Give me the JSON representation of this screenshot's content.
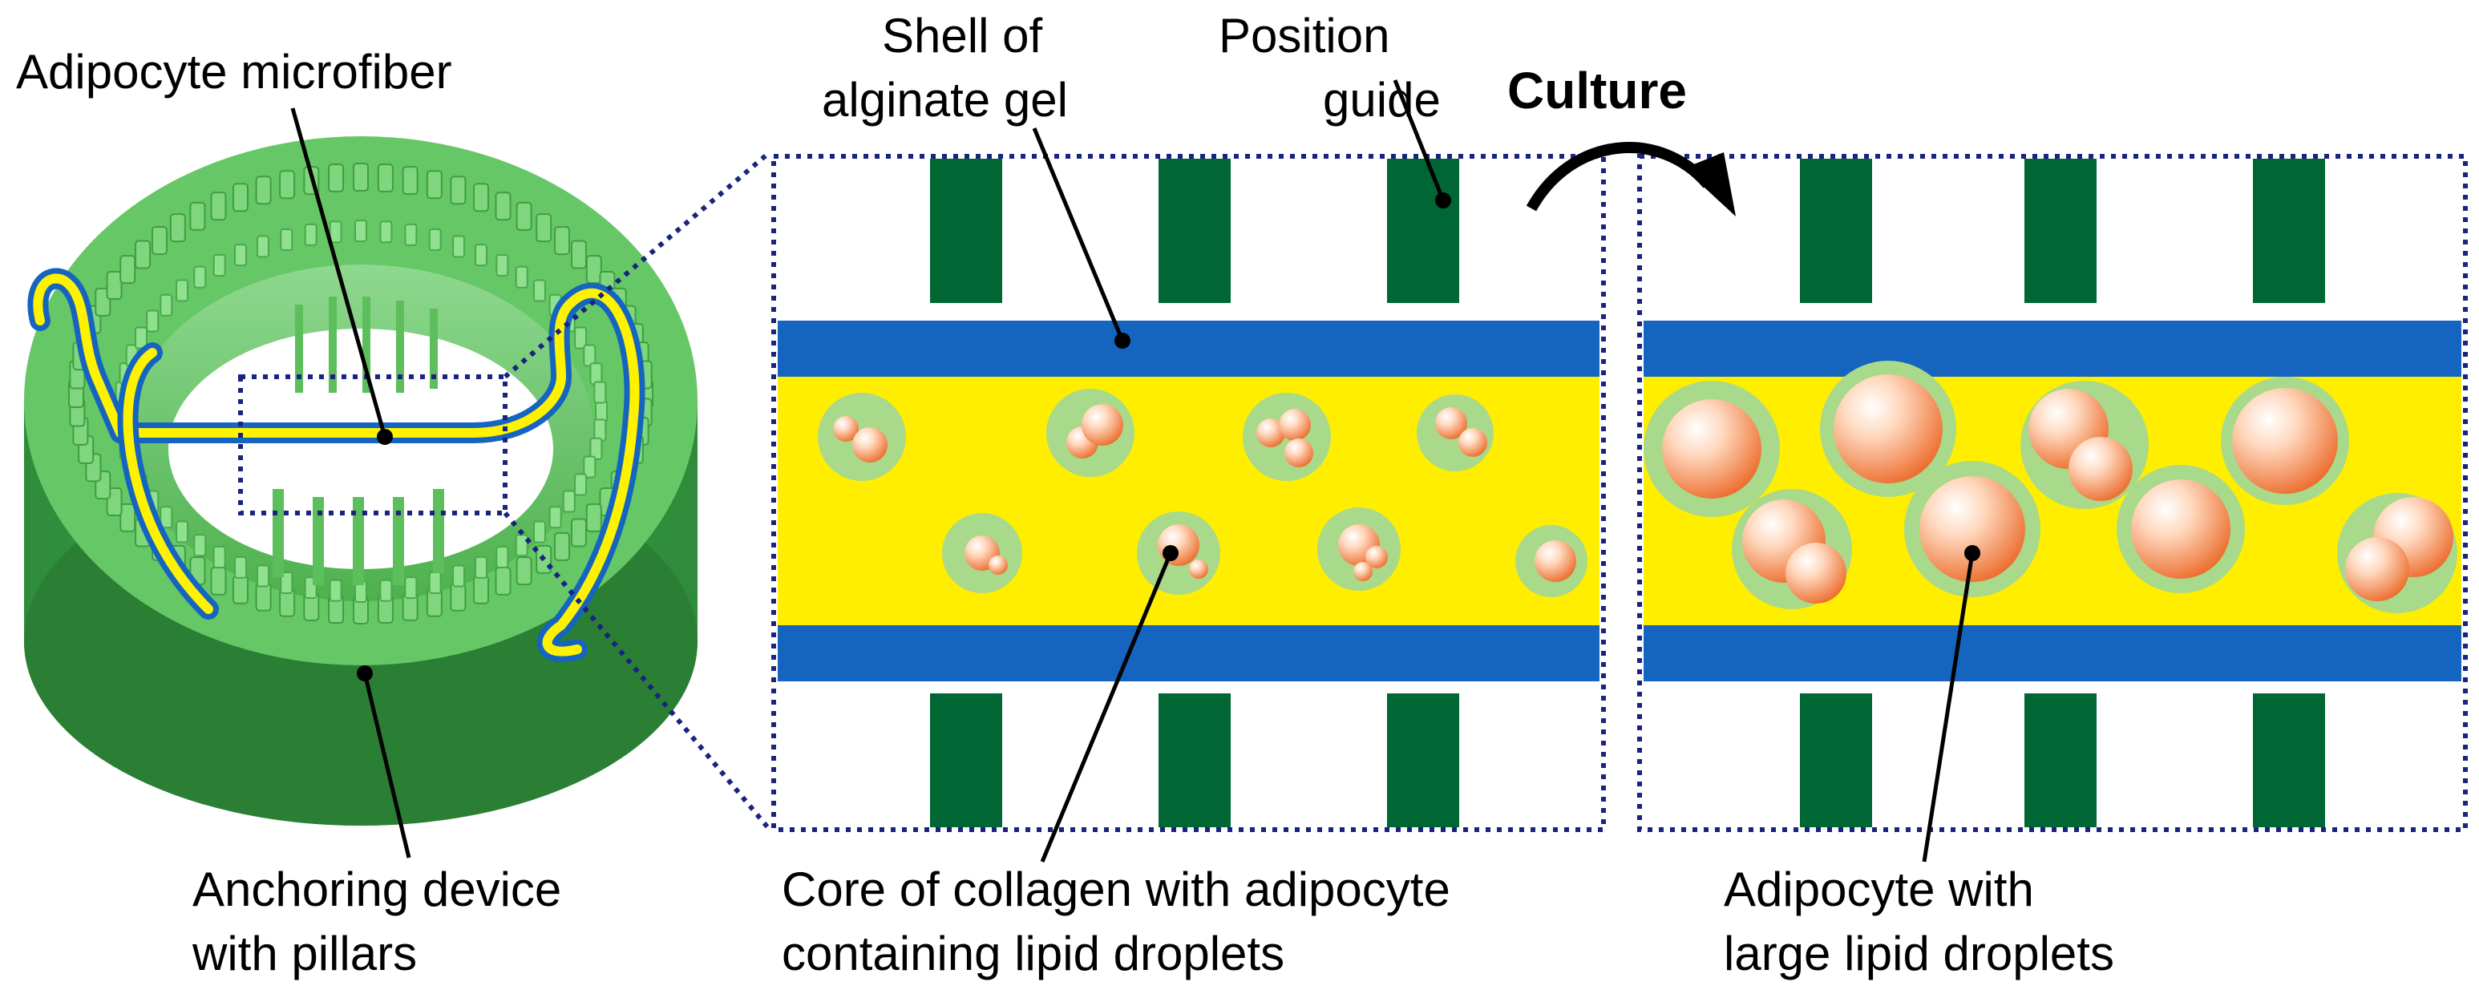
{
  "labels": {
    "adipocyte_microfiber": "Adipocyte microfiber",
    "anchoring_line1": "Anchoring device",
    "anchoring_line2": "with pillars",
    "shell_line1": "Shell of",
    "shell_line2": "alginate gel",
    "position_line1": "Position",
    "position_line2": "guide",
    "culture": "Culture",
    "core_line1": "Core of collagen with adipocyte",
    "core_line2": "containing lipid droplets",
    "large_line1": "Adipocyte with",
    "large_line2": "large lipid droplets"
  },
  "colors": {
    "pillar_dark": "#006633",
    "ring_light": "#66cc66",
    "ring_mid": "#339933",
    "shell_blue": "#1565c0",
    "core_yellow": "#ffee00",
    "cell_halo": "#a9d98a",
    "droplet_orange": "#f07a3a",
    "dotted_navy": "#1a237e"
  }
}
